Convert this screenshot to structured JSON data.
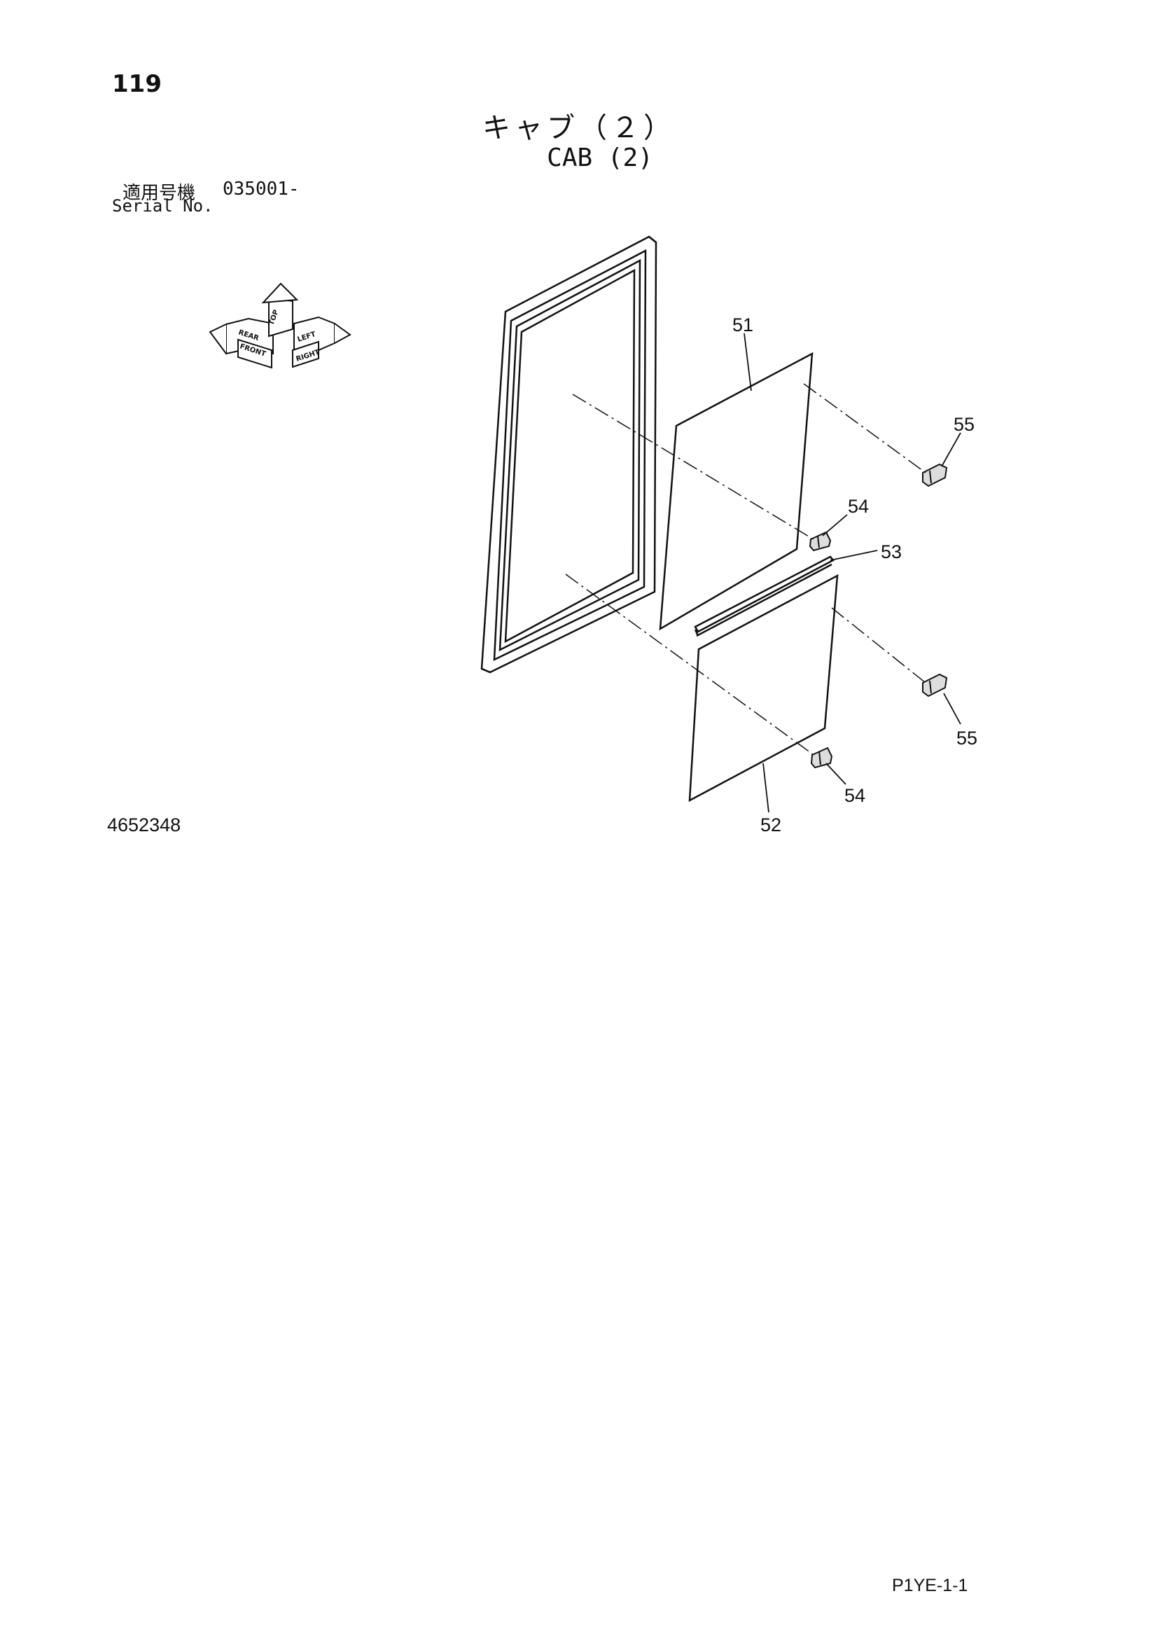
{
  "page_number": "119",
  "title_jp": "キャブ（２）",
  "title_en": "CAB (2)",
  "serial": {
    "label_jp": "適用号機",
    "value": "035001-",
    "label_en": "Serial No."
  },
  "orientation": {
    "top": "TOP",
    "front": "FRONT",
    "right": "RIGHT",
    "rear": "REAR",
    "left": "LEFT"
  },
  "callouts": {
    "c51": "51",
    "c52": "52",
    "c53": "53",
    "c54a": "54",
    "c54b": "54",
    "c55a": "55",
    "c55b": "55"
  },
  "drawing_number": "4652348",
  "page_code": "P1YE-1-1"
}
